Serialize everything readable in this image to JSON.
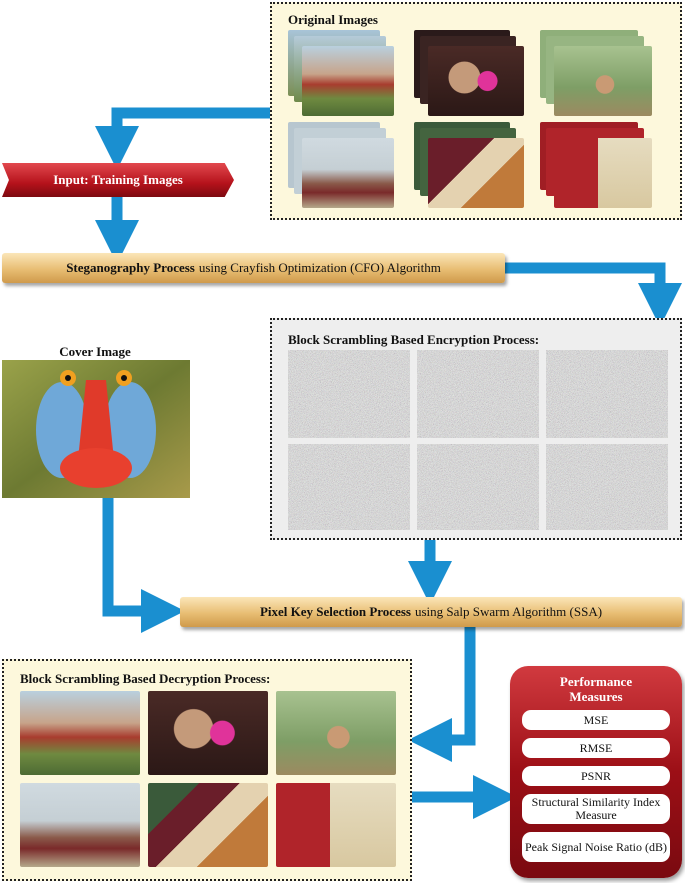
{
  "original_images": {
    "title": "Original Images"
  },
  "input": {
    "label": "Input: Training Images"
  },
  "steganography": {
    "bold": "Steganography Process",
    "rest": "using Crayfish Optimization (CFO) Algorithm"
  },
  "encryption": {
    "title": "Block Scrambling Based Encryption Process:"
  },
  "cover": {
    "title": "Cover Image"
  },
  "pixel_key": {
    "bold": "Pixel Key Selection Process",
    "rest": "using Salp Swarm Algorithm (SSA)"
  },
  "decryption": {
    "title": "Block Scrambling Based Decryption Process:"
  },
  "performance": {
    "title_line1": "Performance",
    "title_line2": "Measures",
    "items": [
      "MSE",
      "RMSE",
      "PSNR",
      "Structural Similarity Index Measure",
      "Peak Signal Noise Ratio (dB)"
    ]
  },
  "colors": {
    "arrow": "#1a8fd0",
    "red": "#b5121b",
    "tan": "#e8bd73",
    "cream": "#fdf8dc"
  }
}
